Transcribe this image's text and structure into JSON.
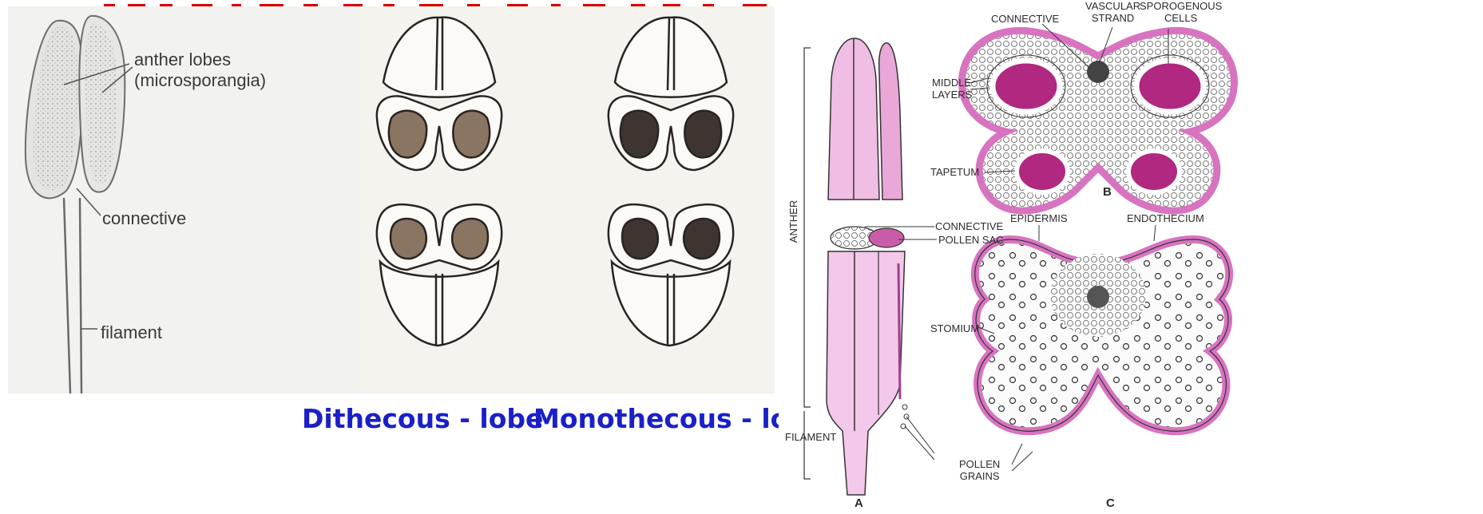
{
  "stamen_figure": {
    "labels": {
      "anther_lobes": "anther lobes",
      "microsporangia": "(microsporangia)",
      "connective": "connective",
      "filament": "filament"
    }
  },
  "captions": {
    "dithecous": "Dithecous - lobe",
    "monothecous": "Monothecous - lobe"
  },
  "anther_figure": {
    "labels": {
      "connective_top": "CONNECTIVE",
      "vascular_strand": "VASCULAR\nSTRAND",
      "sporogenous_cells": "SPOROGENOUS\nCELLS",
      "middle_layers": "MIDDLE\nLAYERS",
      "tapetum": "TAPETUM",
      "connective_mid": "CONNECTIVE",
      "pollen_sac": "POLLEN SAC",
      "anther": "ANTHER",
      "epidermis": "EPIDERMIS",
      "endothecium": "ENDOTHECIUM",
      "stomium": "STOMIUM",
      "filament": "FILAMENT",
      "pollen_grains": "POLLEN\nGRAINS"
    },
    "letters": {
      "a": "A",
      "b": "B",
      "c": "C"
    }
  },
  "colors": {
    "caption_blue": "#1a20c8",
    "title_red": "#d40000",
    "pink": "#d873c0",
    "magenta": "#b0287f",
    "stamen_bg": "#f2f2f0",
    "sketch_bg": "#f4f3ee"
  }
}
